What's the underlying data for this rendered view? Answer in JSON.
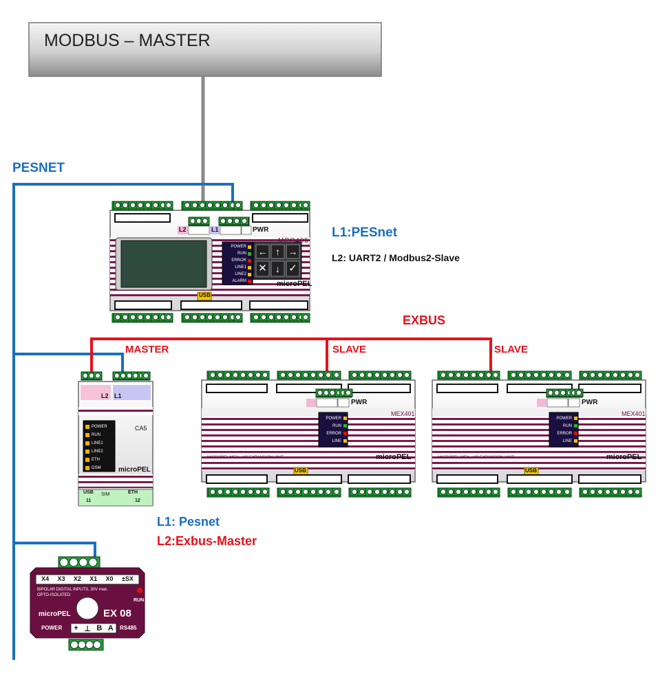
{
  "master_box": {
    "title": "MODBUS – MASTER"
  },
  "networks": {
    "pesnet": "PESNET",
    "exbus": "EXBUS",
    "exbus_master": "MASTER",
    "exbus_slave_1": "SLAVE",
    "exbus_slave_2": "SLAVE"
  },
  "mpc405": {
    "model": "MPC405",
    "brand": "microPEL",
    "l1_note": "L1:PESnet",
    "l2_note": "L2: UART2 / Modbus2-Slave",
    "port_l2": "L2",
    "port_l1": "L1",
    "pwr": "PWR",
    "usb": "USB",
    "leds": [
      "POWER",
      "RUN",
      "ERROR",
      "LINE1",
      "LINE2",
      "ALARM"
    ],
    "led_colors": [
      "#f2c200",
      "#22bb22",
      "#dd1111",
      "#f2c200",
      "#f2c200",
      "#dd1111"
    ],
    "keys": [
      "←",
      "↑",
      "→",
      "✕",
      "↓",
      "✓"
    ]
  },
  "ca5": {
    "model": "CA5",
    "brand": "microPEL",
    "l1_note": "L1: Pesnet",
    "l2_note": "L2:Exbus-Master",
    "port_l2": "L2",
    "port_l1": "L1",
    "leds": [
      "POWER",
      "RUN",
      "LINE1",
      "LINE2",
      "ETH",
      "GSM"
    ],
    "usb": "USB",
    "sim": "SIM",
    "eth": "ETH",
    "usb_num": "11",
    "eth_num": "12"
  },
  "mex401": {
    "model": "MEX401",
    "brand": "microPEL",
    "subtitle": "MICROPEL MEX - I/O EXPANSION UNIT",
    "pwr": "PWR",
    "usb": "USB",
    "leds": [
      "POWER",
      "RUN",
      "ERROR",
      "LINE"
    ],
    "led_colors": [
      "#f2c200",
      "#22bb22",
      "#dd1111",
      "#f2c200"
    ]
  },
  "ex08": {
    "model": "EX 08",
    "brand": "microPEL",
    "terminals": [
      "X4",
      "X3",
      "X2",
      "X1",
      "X0",
      "±SX"
    ],
    "desc_line1": "BIPOLAR DIGITAL INPUTS, 30V max.",
    "desc_line2": "OPTO-ISOLATED",
    "run": "RUN",
    "power": "POWER",
    "rs485": "RS485",
    "bottom_terms": [
      "+",
      "⊥",
      "B",
      "A"
    ]
  },
  "colors": {
    "pesnet": "#1a6fc0",
    "exbus": "#e8101a",
    "modbus": "#8a8a8a",
    "device_maroon": "#6a1040",
    "terminal_green": "#23a23a"
  }
}
